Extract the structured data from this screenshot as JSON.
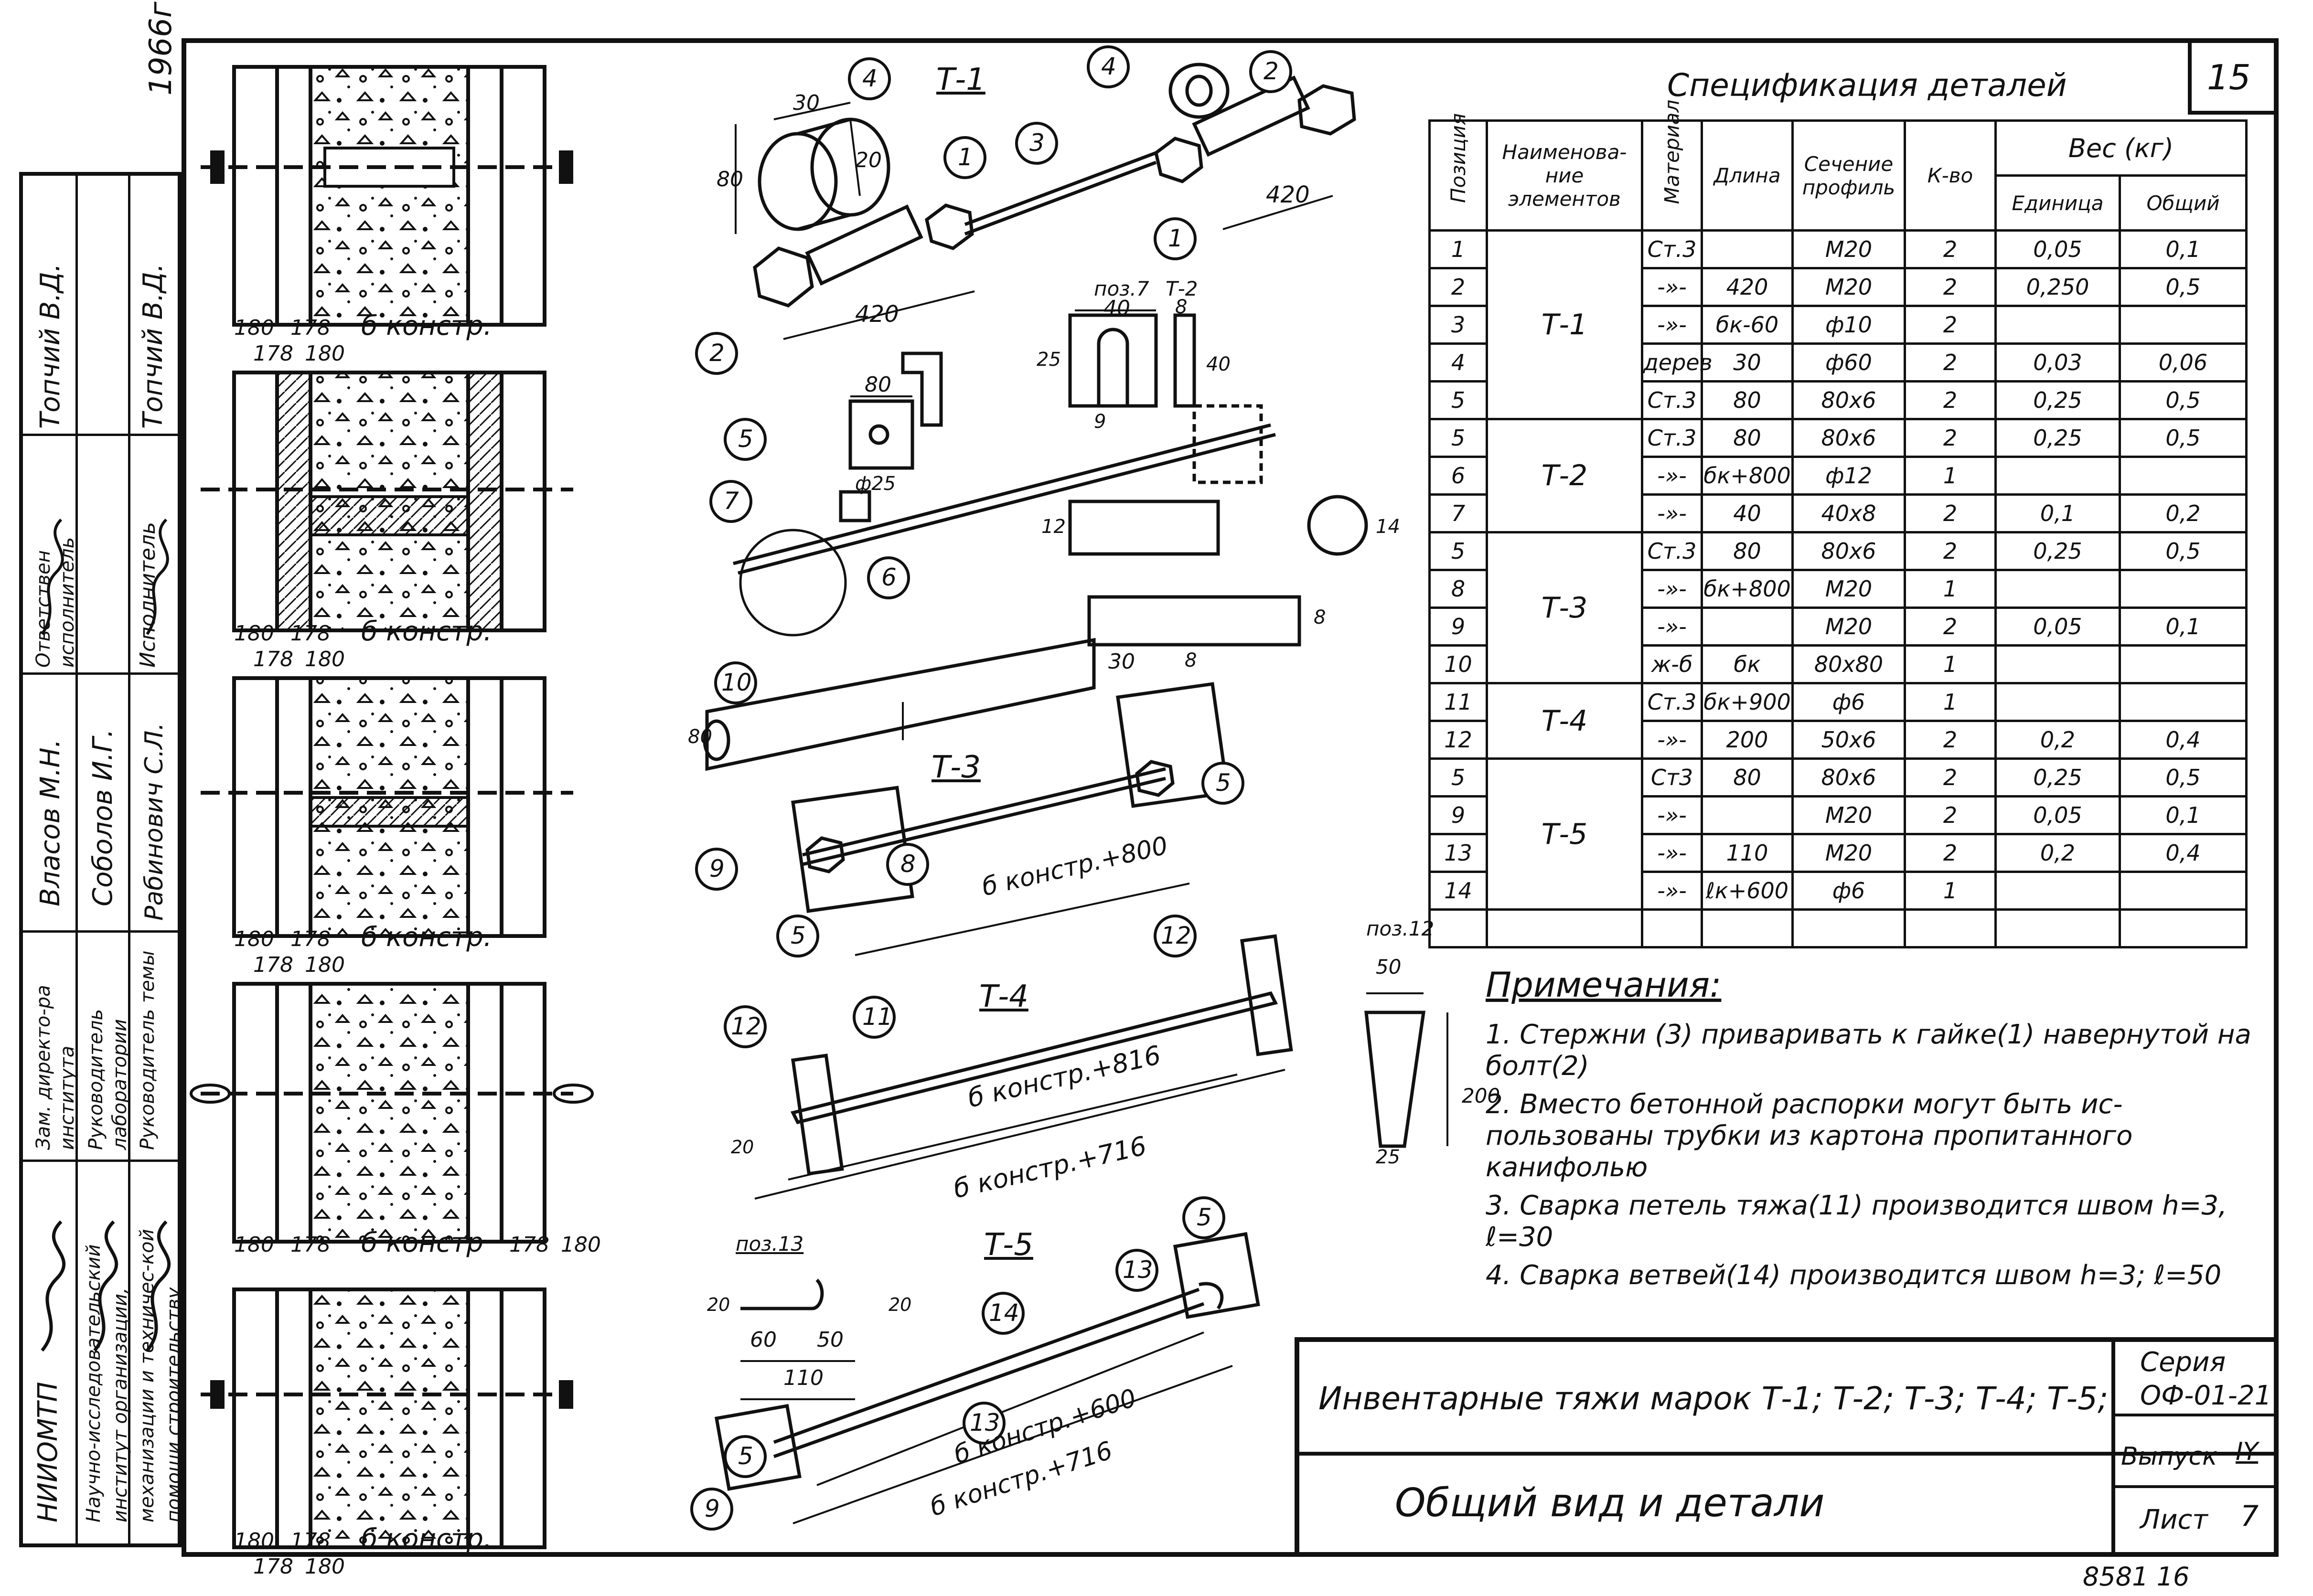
{
  "sheet": {
    "number": "15",
    "year": "1966г",
    "bottom_stamp": "8581 16"
  },
  "stamp": {
    "organization_title": "НИИОМТП",
    "organization_full": "Научно-исследовательский институт организации, механизации и техничес-кой помощи строительству",
    "rows": [
      {
        "role": "Зам. директо-ра института",
        "name": "Власов М.Н."
      },
      {
        "role": "Руководитель лаборатории",
        "name": "Соболов И.Г."
      },
      {
        "role": "Руководитель темы",
        "name": "Рабинович С.Л."
      },
      {
        "role": "Ответствен исполнитель",
        "name": "Топчий В.Д."
      },
      {
        "role": "Исполнитель",
        "name": "Топчий В.Д."
      }
    ]
  },
  "sections": {
    "dims": [
      "180",
      "178",
      "178",
      "180"
    ],
    "labels": [
      "б констр.",
      "б констр.",
      "б констр.",
      "б констр",
      "б констр."
    ]
  },
  "drawings": {
    "t1": {
      "title": "Т-1",
      "d30": "30",
      "d20": "20",
      "d80": "80",
      "d420a": "420",
      "d420b": "420"
    },
    "t2": {
      "title": "Т-2",
      "pos7": "поз.7",
      "d40a": "40",
      "d8": "8",
      "d25": "25",
      "d40b": "40",
      "d9": "9",
      "d80": "80",
      "phi25": "ф25",
      "d12": "12",
      "d14": "14",
      "d30": "30",
      "d8b": "8",
      "d8c": "8"
    },
    "t3": {
      "title": "Т-3",
      "d80": "80",
      "label": "б констр.+800"
    },
    "t4": {
      "title": "Т-4",
      "pos12": "поз.12",
      "d50": "50",
      "d200": "200",
      "d25": "25",
      "d20": "20",
      "label1": "б констр.+816",
      "label2": "б констр.+716"
    },
    "t5": {
      "title": "Т-5",
      "pos13": "поз.13",
      "d20": "20",
      "d60": "60",
      "d50": "50",
      "d110": "110",
      "label1": "б констр.+600",
      "label2": "б констр.+716",
      "d20b": "20"
    },
    "callouts": [
      "1",
      "2",
      "3",
      "4",
      "5",
      "6",
      "7",
      "8",
      "9",
      "10",
      "11",
      "12",
      "13",
      "14"
    ]
  },
  "spec": {
    "title": "Спецификация деталей",
    "headers": {
      "pos": "Позиция",
      "name": "Наименова-ние элементов",
      "material": "Материал",
      "length": "Длина",
      "section": "Сечение профиль",
      "qty": "К-во",
      "weight": "Вес (кг)",
      "unit": "Единица",
      "total": "Общий"
    },
    "rows": [
      {
        "pos": "1",
        "material": "Ст.3",
        "length": "",
        "section": "М20",
        "qty": "2",
        "unit": "0,05",
        "total": "0,1"
      },
      {
        "pos": "2",
        "material": "-»-",
        "length": "420",
        "section": "М20",
        "qty": "2",
        "unit": "0,250",
        "total": "0,5"
      },
      {
        "pos": "3",
        "material": "-»-",
        "length": "бк-60",
        "section": "ф10",
        "qty": "2",
        "unit": "",
        "total": ""
      },
      {
        "pos": "4",
        "material": "дерев",
        "length": "30",
        "section": "ф60",
        "qty": "2",
        "unit": "0,03",
        "total": "0,06"
      },
      {
        "pos": "5",
        "material": "Ст.3",
        "length": "80",
        "section": "80х6",
        "qty": "2",
        "unit": "0,25",
        "total": "0,5"
      },
      {
        "pos": "5",
        "material": "Ст.3",
        "length": "80",
        "section": "80х6",
        "qty": "2",
        "unit": "0,25",
        "total": "0,5"
      },
      {
        "pos": "6",
        "material": "-»-",
        "length": "бк+800",
        "section": "ф12",
        "qty": "1",
        "unit": "",
        "total": ""
      },
      {
        "pos": "7",
        "material": "-»-",
        "length": "40",
        "section": "40х8",
        "qty": "2",
        "unit": "0,1",
        "total": "0,2"
      },
      {
        "pos": "5",
        "material": "Ст.3",
        "length": "80",
        "section": "80х6",
        "qty": "2",
        "unit": "0,25",
        "total": "0,5"
      },
      {
        "pos": "8",
        "material": "-»-",
        "length": "бк+800",
        "section": "М20",
        "qty": "1",
        "unit": "",
        "total": ""
      },
      {
        "pos": "9",
        "material": "-»-",
        "length": "",
        "section": "М20",
        "qty": "2",
        "unit": "0,05",
        "total": "0,1"
      },
      {
        "pos": "10",
        "material": "ж-б",
        "length": "бк",
        "section": "80х80",
        "qty": "1",
        "unit": "",
        "total": ""
      },
      {
        "pos": "11",
        "material": "Ст.3",
        "length": "бк+900",
        "section": "ф6",
        "qty": "1",
        "unit": "",
        "total": ""
      },
      {
        "pos": "12",
        "material": "-»-",
        "length": "200",
        "section": "50х6",
        "qty": "2",
        "unit": "0,2",
        "total": "0,4"
      },
      {
        "pos": "5",
        "material": "Ст3",
        "length": "80",
        "section": "80х6",
        "qty": "2",
        "unit": "0,25",
        "total": "0,5"
      },
      {
        "pos": "9",
        "material": "-»-",
        "length": "",
        "section": "М20",
        "qty": "2",
        "unit": "0,05",
        "total": "0,1"
      },
      {
        "pos": "13",
        "material": "-»-",
        "length": "110",
        "section": "М20",
        "qty": "2",
        "unit": "0,2",
        "total": "0,4"
      },
      {
        "pos": "14",
        "material": "-»-",
        "length": "ℓк+600",
        "section": "ф6",
        "qty": "1",
        "unit": "",
        "total": ""
      },
      {
        "pos": "",
        "material": "",
        "length": "",
        "section": "",
        "qty": "",
        "unit": "",
        "total": ""
      }
    ],
    "groups": [
      "Т-1",
      "Т-2",
      "Т-3",
      "Т-4",
      "Т-5"
    ]
  },
  "notes": {
    "title": "Примечания:",
    "items": [
      "1. Стержни (3) приваривать к гайке(1) навернутой на болт(2)",
      "2. Вместо бетонной распорки могут быть ис-пользованы трубки из картона пропитанного канифолью",
      "3. Сварка петель тяжа(11) производится швом h=3, ℓ=30",
      "4. Сварка ветвей(14) производится швом h=3; ℓ=50"
    ]
  },
  "title_block": {
    "title": "Инвентарные тяжи марок Т-1; Т-2; Т-3; Т-4; Т-5;",
    "subtitle": "Общий вид и детали",
    "series_label": "Серия",
    "series_value": "ОФ-01-21",
    "issue_label": "Выпуск",
    "issue_value": "IY",
    "sheet_label": "Лист",
    "sheet_value": "7"
  }
}
